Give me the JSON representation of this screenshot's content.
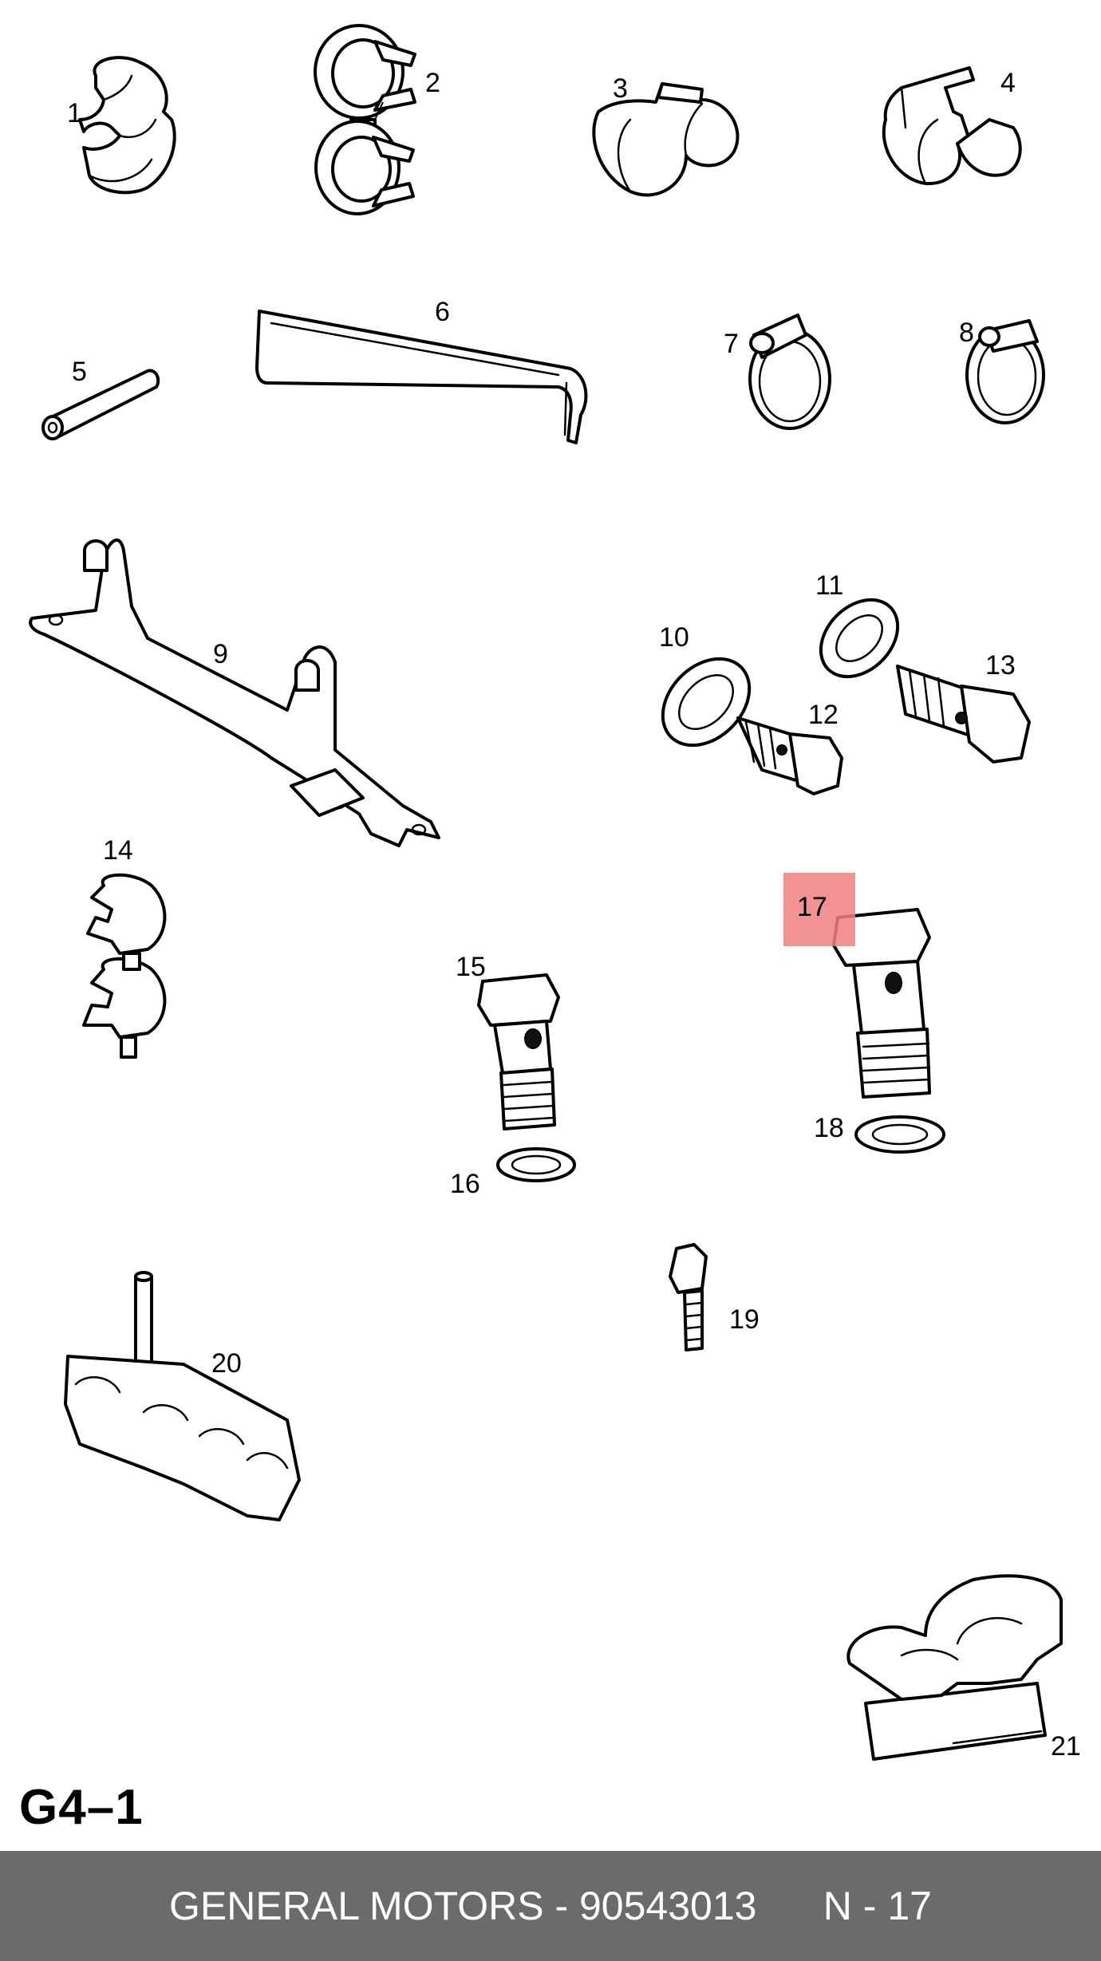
{
  "diagram": {
    "callouts": [
      {
        "id": "1",
        "label": "1"
      },
      {
        "id": "2",
        "label": "2"
      },
      {
        "id": "3",
        "label": "3"
      },
      {
        "id": "4",
        "label": "4"
      },
      {
        "id": "5",
        "label": "5"
      },
      {
        "id": "6",
        "label": "6"
      },
      {
        "id": "7",
        "label": "7"
      },
      {
        "id": "8",
        "label": "8"
      },
      {
        "id": "9",
        "label": "9"
      },
      {
        "id": "10",
        "label": "10"
      },
      {
        "id": "11",
        "label": "11"
      },
      {
        "id": "12",
        "label": "12"
      },
      {
        "id": "13",
        "label": "13"
      },
      {
        "id": "14",
        "label": "14"
      },
      {
        "id": "15",
        "label": "15"
      },
      {
        "id": "16",
        "label": "16"
      },
      {
        "id": "17",
        "label": "17"
      },
      {
        "id": "18",
        "label": "18"
      },
      {
        "id": "19",
        "label": "19"
      },
      {
        "id": "20",
        "label": "20"
      },
      {
        "id": "21",
        "label": "21"
      }
    ],
    "highlighted_callout": "17",
    "highlight_color": "#f08080",
    "sheet_code": "G4–1"
  },
  "footer": {
    "text": "GENERAL MOTORS - 90543013      N - 17",
    "background_color": "#6b6b6b",
    "text_color": "#ffffff"
  }
}
